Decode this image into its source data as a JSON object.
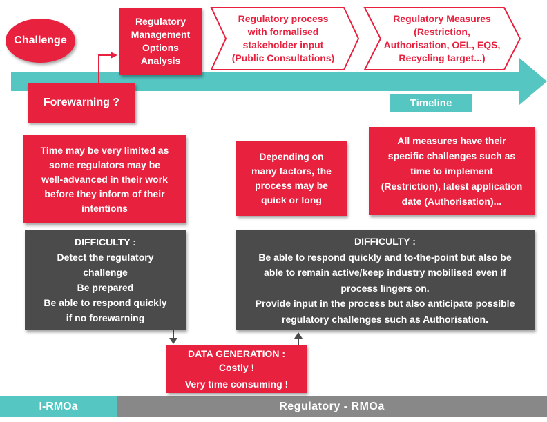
{
  "colors": {
    "red": "#e8213f",
    "teal": "#56c6c3",
    "dark": "#4b4b4b",
    "grey": "#888888"
  },
  "challenge": "Challenge",
  "forewarning": "Forewarning ?",
  "rmoa": [
    "Regulatory",
    "Management",
    "Options",
    "Analysis"
  ],
  "process": [
    "Regulatory process",
    "with formalised",
    "stakeholder input",
    "(Public Consultations)"
  ],
  "measures": [
    "Regulatory Measures",
    "(Restriction,",
    "Authorisation, OEL, EQS,",
    "Recycling target...)"
  ],
  "timeline": "Timeline",
  "note_left": [
    "Time may be very limited as",
    "some regulators may be",
    "well-advanced in their work",
    "before they inform of their",
    "intentions"
  ],
  "note_mid": [
    "Depending on",
    "many factors, the",
    "process may be",
    "quick or long"
  ],
  "note_right": [
    "All measures have their",
    "specific challenges such as",
    "time to implement",
    "(Restriction), latest application",
    "date (Authorisation)..."
  ],
  "difficulty_left": [
    "DIFFICULTY :",
    "Detect the regulatory",
    "challenge",
    "Be prepared",
    "Be able to respond quickly",
    "if no forewarning"
  ],
  "difficulty_right": [
    "DIFFICULTY :",
    "Be able to respond quickly and to-the-point but also be",
    "able to remain active/keep industry mobilised even if",
    "process lingers on.",
    "Provide input in the process but also anticipate possible",
    "regulatory challenges such as Authorisation."
  ],
  "data_generation": [
    "DATA GENERATION :",
    "Costly !",
    "Very time consuming !"
  ],
  "footer": {
    "left": "I-RMOa",
    "right": "Regulatory - RMOa"
  }
}
